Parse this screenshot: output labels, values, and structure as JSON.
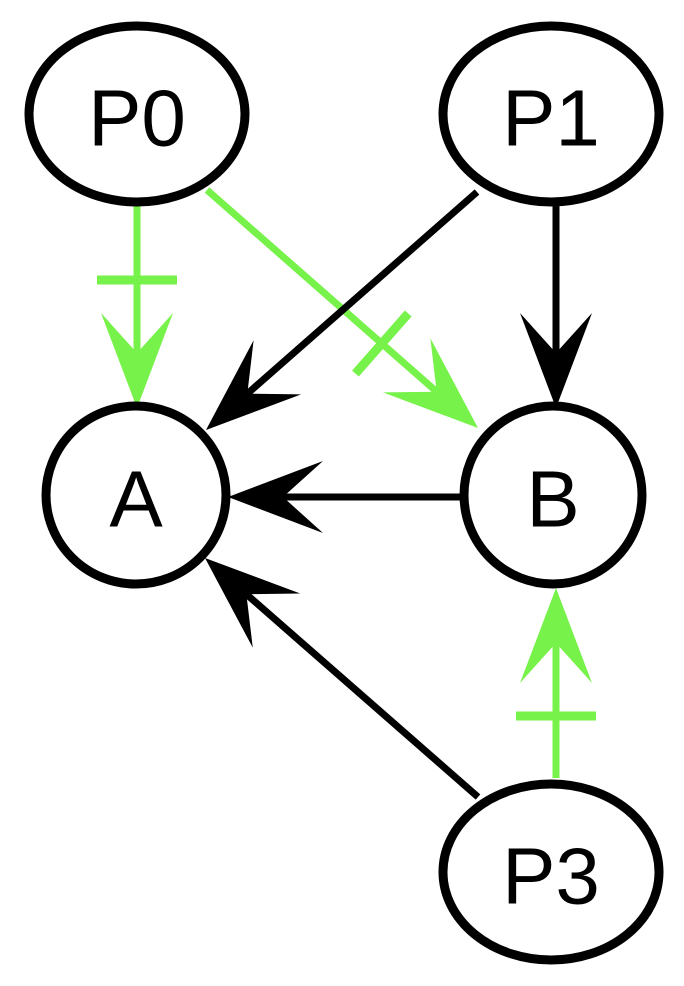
{
  "diagram": {
    "type": "directed-graph",
    "colors": {
      "activating": "#77f24a",
      "default": "#000000"
    },
    "nodes": [
      {
        "id": "P0",
        "label": "P0",
        "shape": "ellipse"
      },
      {
        "id": "P1",
        "label": "P1",
        "shape": "ellipse"
      },
      {
        "id": "A",
        "label": "A",
        "shape": "ellipse"
      },
      {
        "id": "B",
        "label": "B",
        "shape": "ellipse"
      },
      {
        "id": "P3",
        "label": "P3",
        "shape": "ellipse"
      }
    ],
    "edges": [
      {
        "from": "P0",
        "to": "A",
        "color": "activating",
        "bar": true
      },
      {
        "from": "P0",
        "to": "B",
        "color": "activating",
        "bar": true
      },
      {
        "from": "P1",
        "to": "A",
        "color": "default",
        "bar": false
      },
      {
        "from": "P1",
        "to": "B",
        "color": "default",
        "bar": false
      },
      {
        "from": "B",
        "to": "A",
        "color": "default",
        "bar": false
      },
      {
        "from": "P3",
        "to": "A",
        "color": "default",
        "bar": false
      },
      {
        "from": "P3",
        "to": "B",
        "color": "activating",
        "bar": true
      }
    ]
  }
}
